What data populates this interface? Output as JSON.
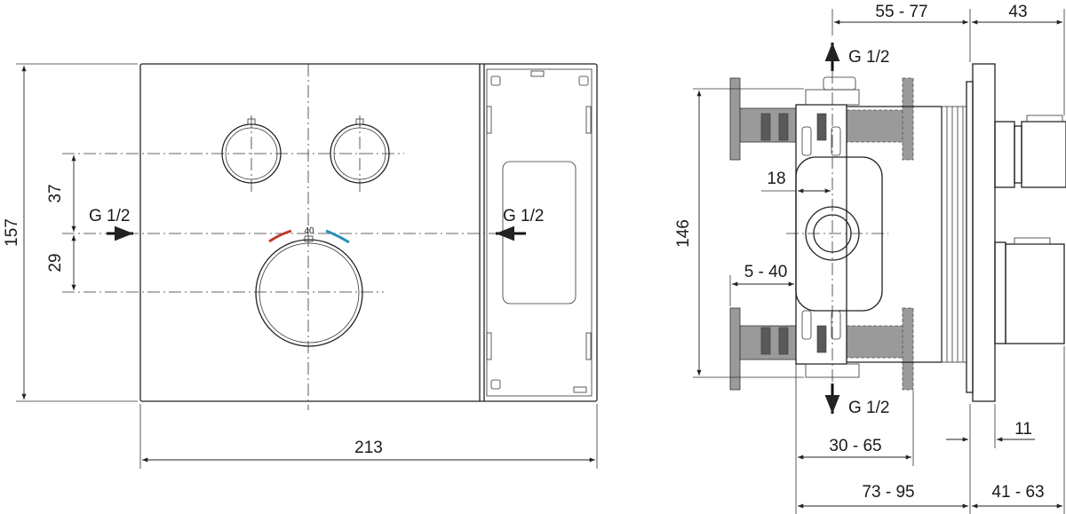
{
  "front_view": {
    "height_total": "157",
    "knob_offset_top": "37",
    "knob_offset_bottom": "29",
    "inlet_left": "G 1/2",
    "inlet_right": "G 1/2",
    "temp_mark": "40",
    "width_total": "213",
    "colors": {
      "hot": "#c0392b",
      "cold": "#2a8fb8"
    }
  },
  "side_view": {
    "depth_range": "55 - 77",
    "trim_depth": "43",
    "outlet_top": "G 1/2",
    "outlet_bottom": "G 1/2",
    "offset_18": "18",
    "height_146": "146",
    "adjust_range": "5 - 40",
    "plate_11": "11",
    "range_30_65": "30 - 65",
    "range_73_95": "73 - 95",
    "range_41_63": "41 - 63"
  }
}
